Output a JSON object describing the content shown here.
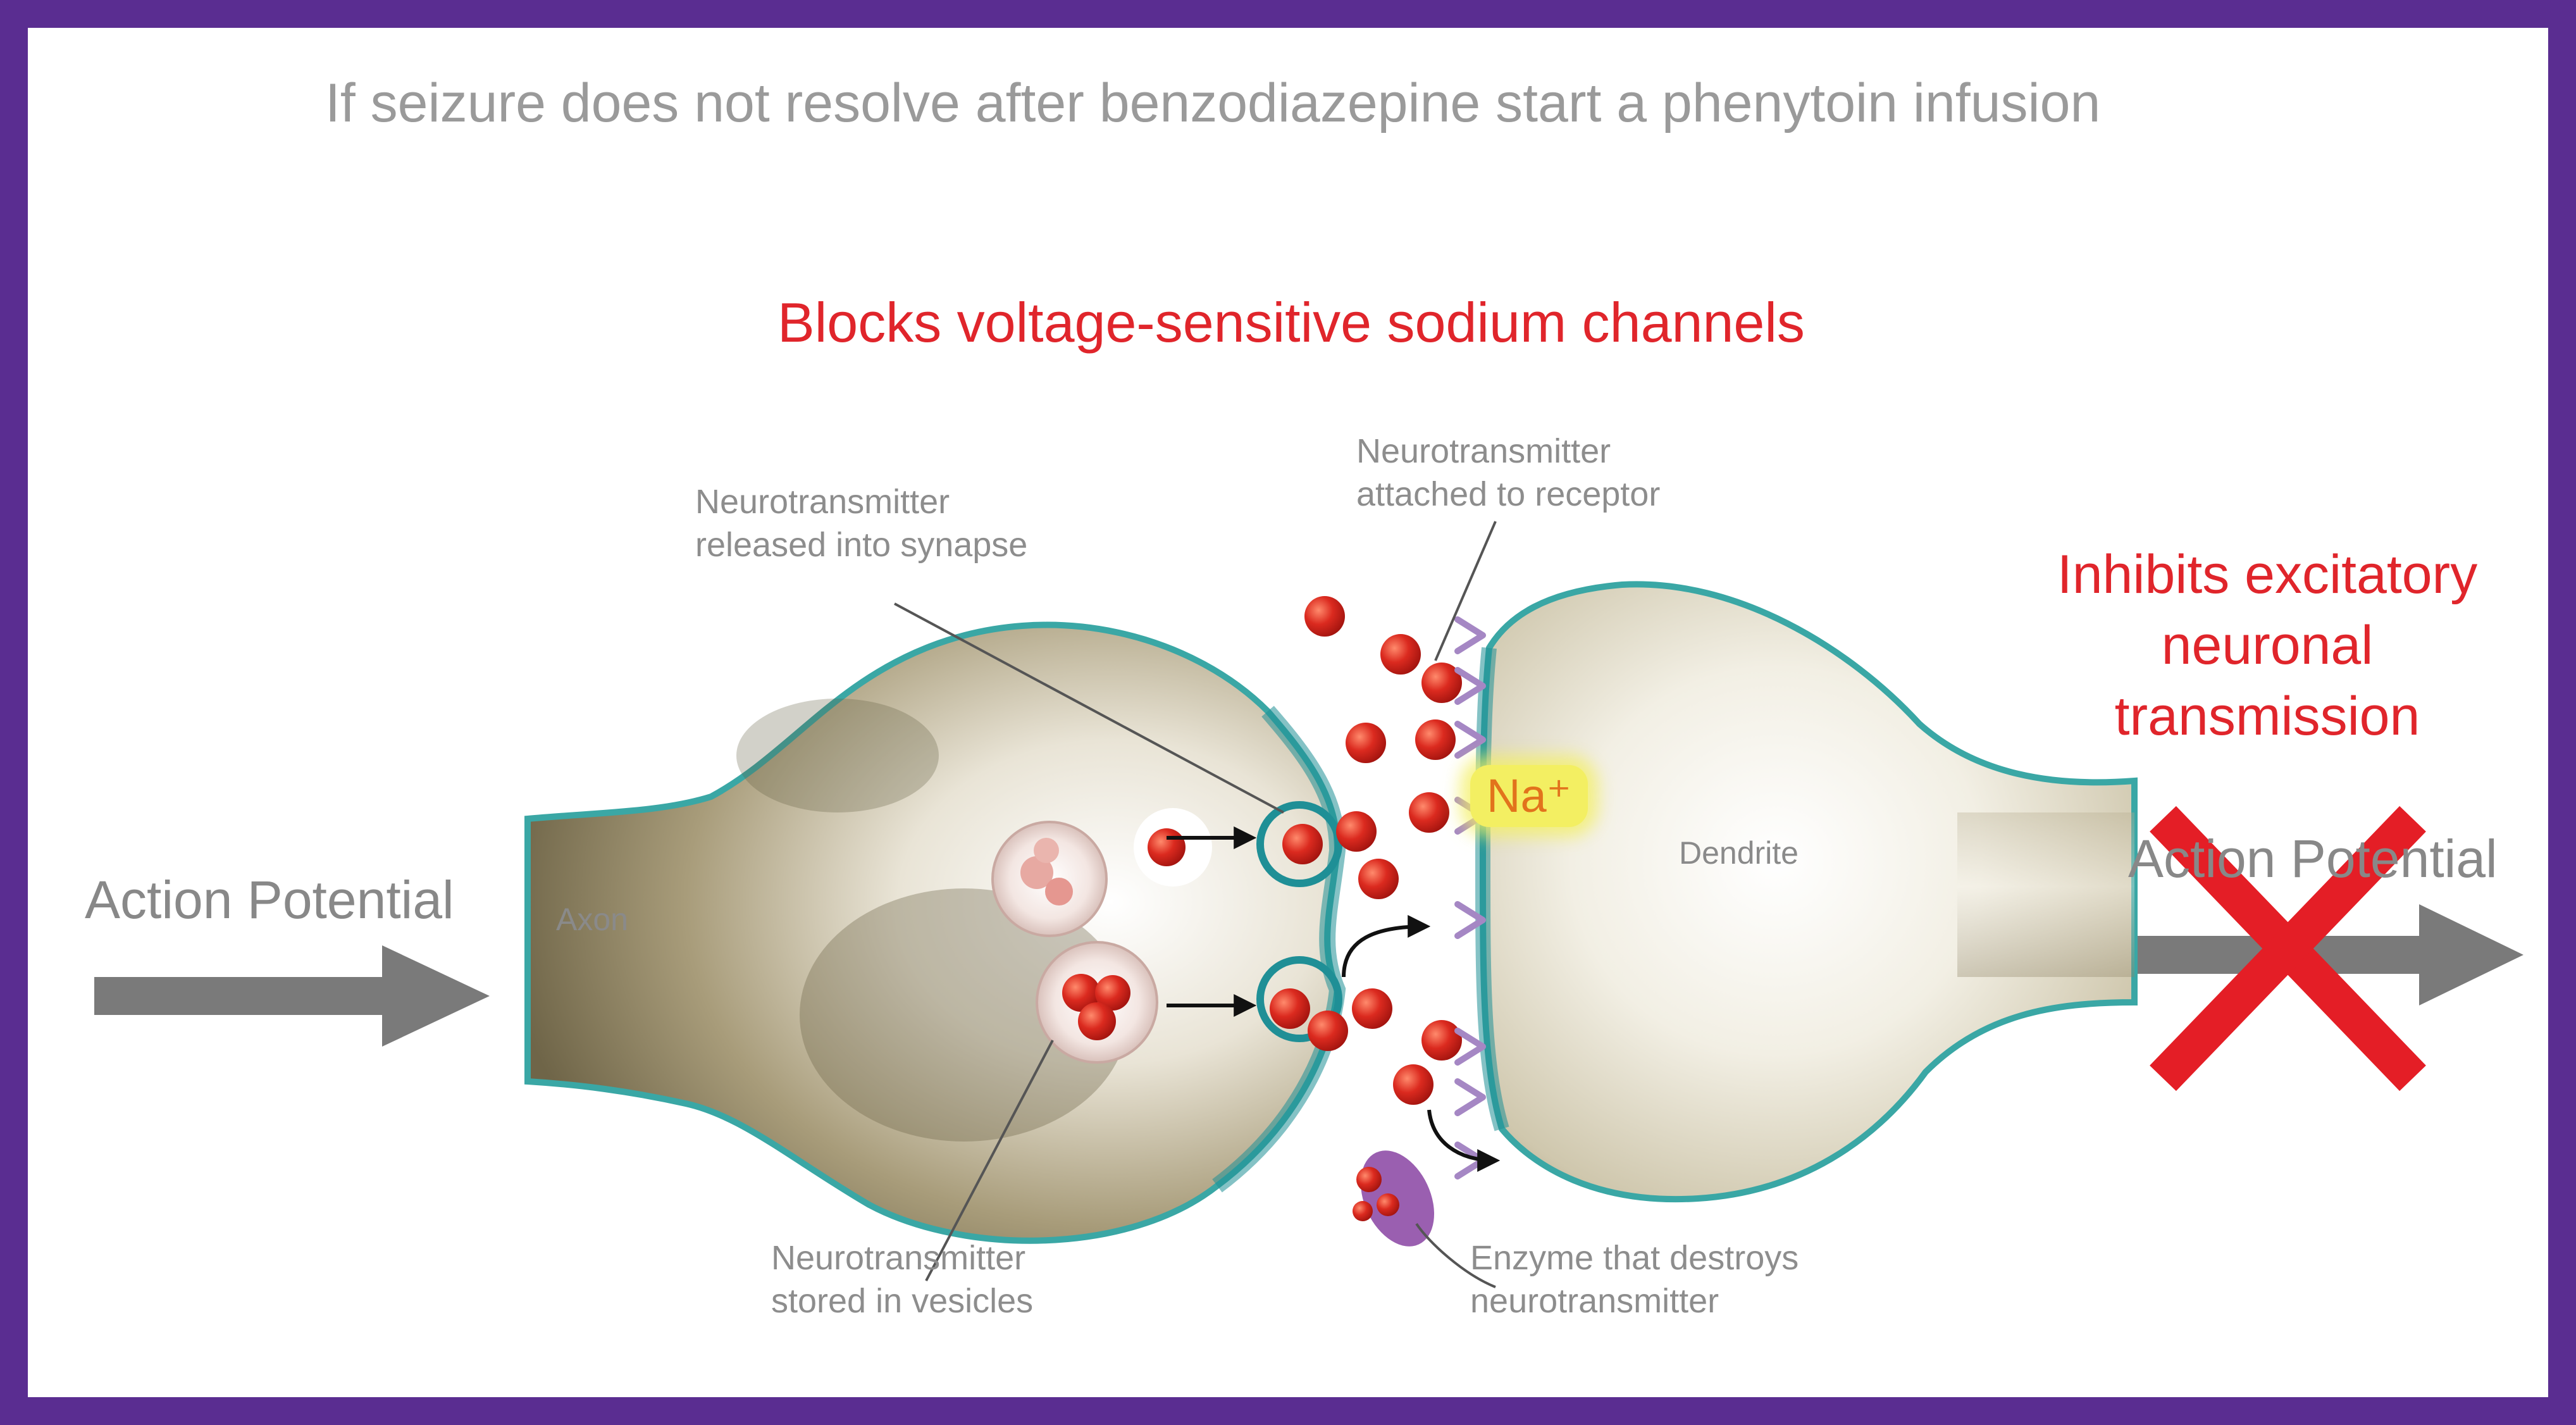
{
  "title": "If seizure does not resolve after benzodiazepine start a phenytoin infusion",
  "mechanism_heading": "Blocks voltage-sensitive sodium channels",
  "effect": {
    "line1": "Inhibits excitatory",
    "line2": "neuronal",
    "line3": "transmission"
  },
  "action_potential_in": "Action Potential",
  "action_potential_out": "Action Potential",
  "labels": {
    "released_line1": "Neurotransmitter",
    "released_line2": "released into synapse",
    "attached_line1": "Neurotransmitter",
    "attached_line2": "attached to receptor",
    "stored_line1": "Neurotransmitter",
    "stored_line2": "stored in vesicles",
    "enzyme_line1": "Enzyme that destroys",
    "enzyme_line2": "neurotransmitter",
    "axon": "Axon",
    "dendrite": "Dendrite",
    "sodium": "Na⁺"
  },
  "colors": {
    "frame": "#5a2d91",
    "heading_red": "#e0252b",
    "cross_red": "#e41e26",
    "arrow_gray": "#7a7a7a",
    "neurotransmitter_red": "#d8281f",
    "membrane_teal": "#2f9ea0",
    "sodium_highlight": "#f3ef62"
  },
  "icons": {
    "block": "red-x-cross-icon",
    "signal": "right-arrow-icon"
  }
}
